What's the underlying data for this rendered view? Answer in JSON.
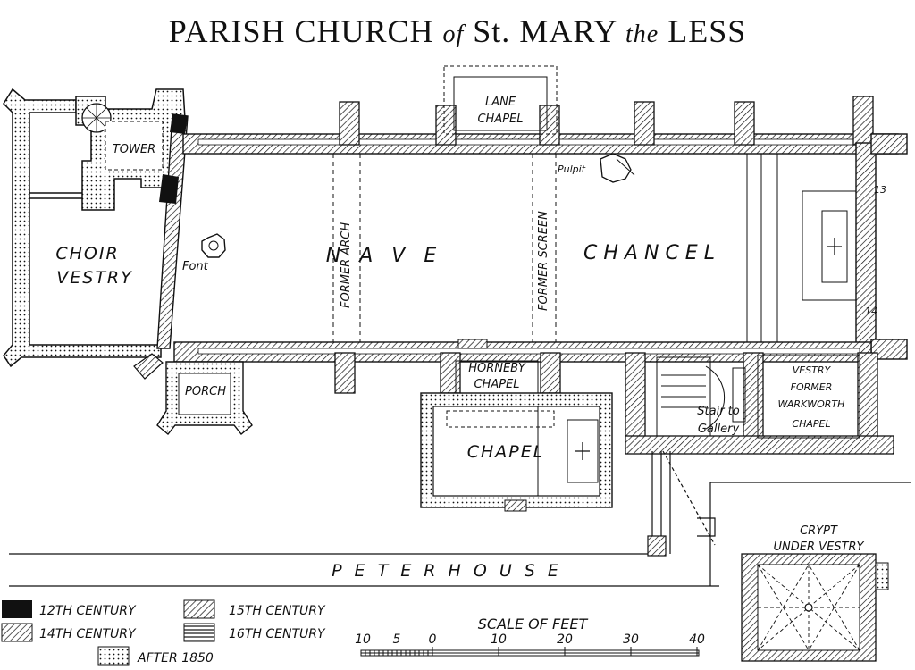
{
  "title": {
    "part1": "PARISH CHURCH",
    "of": "of",
    "part2": "St. MARY",
    "the": "the",
    "part3": "LESS"
  },
  "rooms": {
    "choir_vestry_1": "CHOIR",
    "choir_vestry_2": "VESTRY",
    "tower": "TOWER",
    "font": "Font",
    "nave": "N A V E",
    "former_arch": "FORMER ARCH",
    "former_screen": "FORMER SCREEN",
    "chancel": "CHANCEL",
    "lane_chapel_1": "LANE",
    "lane_chapel_2": "CHAPEL",
    "pulpit": "Pulpit",
    "porch": "PORCH",
    "horneby_1": "HORNEBY",
    "horneby_2": "CHAPEL",
    "chapel": "CHAPEL",
    "stair_1": "Stair to",
    "stair_2": "Gallery",
    "vestry_1": "VESTRY",
    "vestry_2": "FORMER",
    "vestry_3": "WARKWORTH",
    "vestry_4": "CHAPEL",
    "peterhouse": "P E T E R H O U S E",
    "crypt_1": "CRYPT",
    "crypt_2": "UNDER VESTRY",
    "stray_13": "13",
    "stray_14": "14"
  },
  "legend": {
    "c12": "12TH CENTURY",
    "c14": "14TH CENTURY",
    "c15": "15TH CENTURY",
    "c16": "16TH CENTURY",
    "after1850": "AFTER 1850"
  },
  "scale": {
    "title": "SCALE OF FEET",
    "ticks": [
      "10",
      "5",
      "0",
      "10",
      "20",
      "30",
      "40"
    ]
  }
}
